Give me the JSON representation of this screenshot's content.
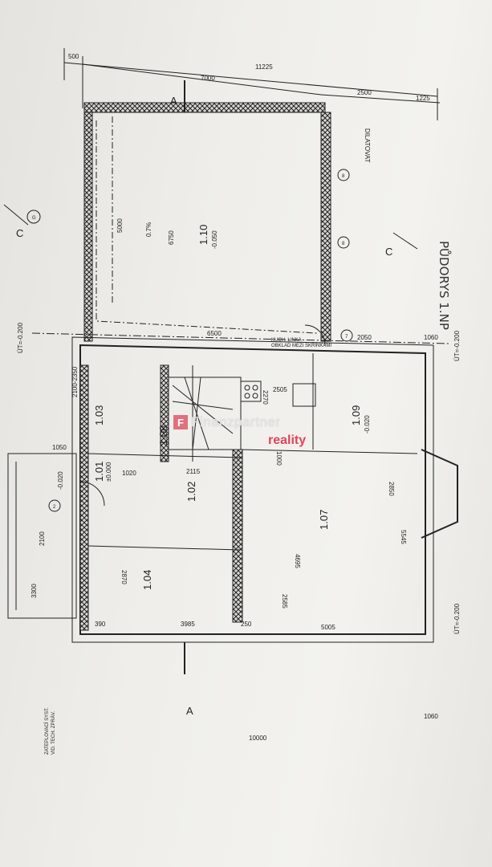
{
  "title": "PŮDORYS 1.NP",
  "note_dilatation": "DILATOVAT",
  "note_kitchen": [
    "KUCH. LINKA",
    "OBKLAD MEZI SKŘÍNKAMI"
  ],
  "note_insulation": [
    "ZATEPLOVACÍ SYST.",
    "VID. TECH. ZPRÁV."
  ],
  "rooms": [
    {
      "id": "1.10",
      "level": "-0.050"
    },
    {
      "id": "1.09",
      "level": "-0.020"
    },
    {
      "id": "1.07",
      "level": ""
    },
    {
      "id": "1.04",
      "level": ""
    },
    {
      "id": "1.01",
      "level": "±0.000"
    },
    {
      "id": "1.02",
      "level": ""
    },
    {
      "id": "1.03",
      "level": ""
    },
    {
      "id": "1.08",
      "level": ""
    }
  ],
  "levels": {
    "entrance": "-0.020",
    "terrain": "ÚT=-0.200",
    "slope": "0.7%"
  },
  "dimensions": {
    "top": [
      "500",
      "11225",
      "7000",
      "2500",
      "1225"
    ],
    "terrace": [
      "5000",
      "6750",
      "6500",
      "2050",
      "1060"
    ],
    "bottom": [
      "3985",
      "5005",
      "10000",
      "1060",
      "390",
      "250"
    ],
    "left": [
      "1050",
      "2100",
      "3300",
      "1020",
      "2100-2350"
    ],
    "interior": [
      "2270",
      "2505",
      "1000",
      "2115",
      "2850",
      "4695",
      "2585",
      "2870",
      "5545"
    ]
  },
  "section_marks": [
    "A",
    "A",
    "C",
    "C"
  ],
  "axis_marks": [
    "G",
    "8",
    "8",
    "7",
    "2"
  ],
  "watermark": {
    "brand": "Finanzpartner",
    "sub": "reality"
  }
}
